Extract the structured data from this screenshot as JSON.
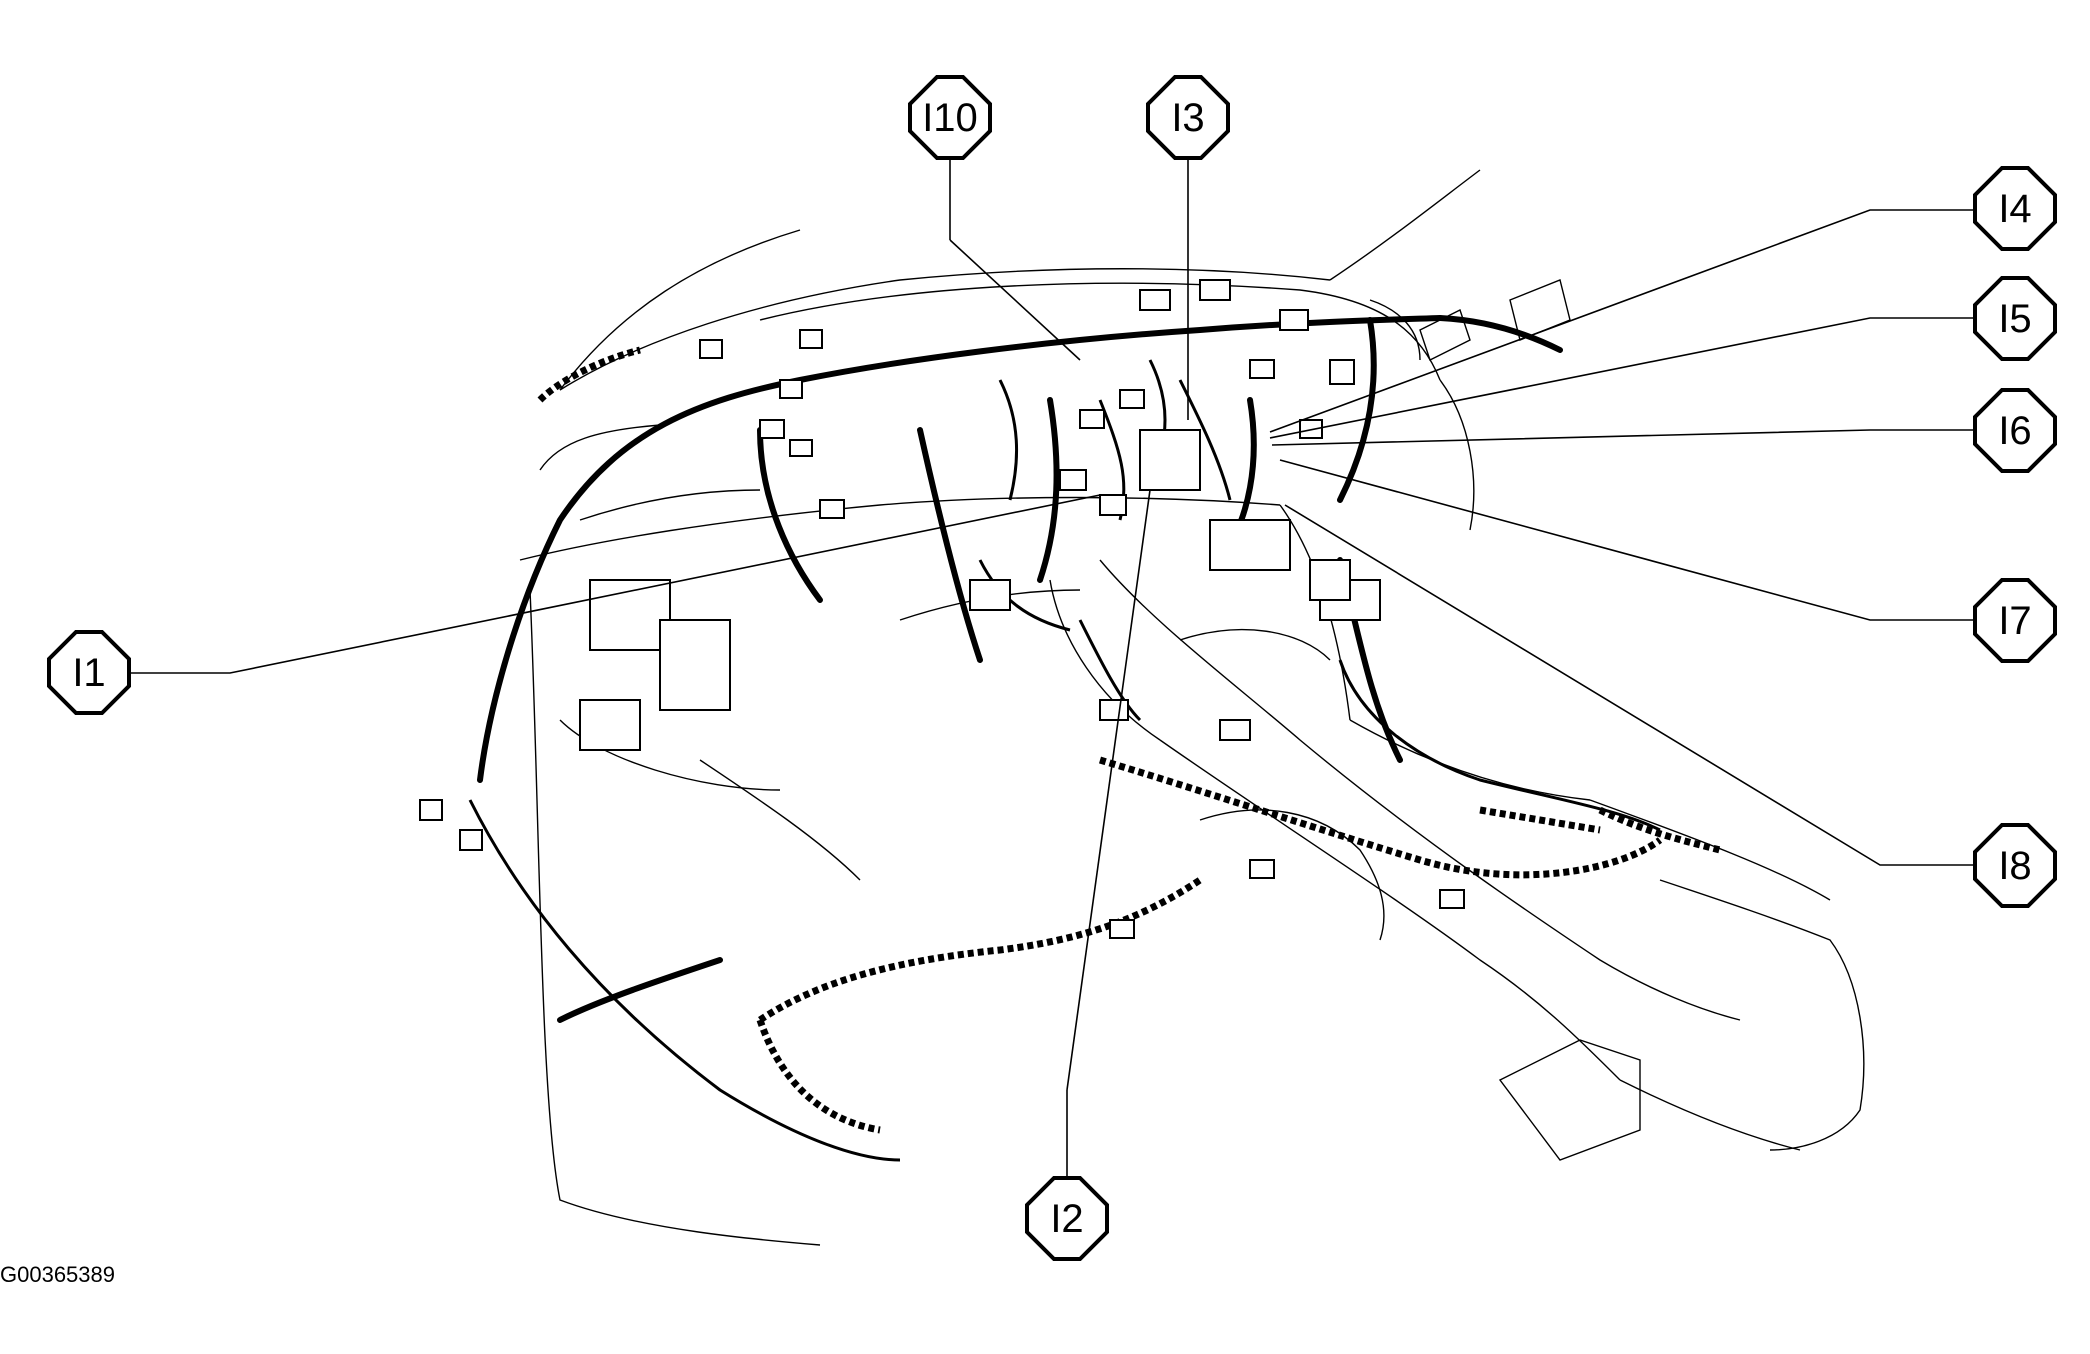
{
  "figure_id": "G00365389",
  "callouts": [
    {
      "id": "I1",
      "label": "I1"
    },
    {
      "id": "I2",
      "label": "I2"
    },
    {
      "id": "I3",
      "label": "I3"
    },
    {
      "id": "I4",
      "label": "I4"
    },
    {
      "id": "I5",
      "label": "I5"
    },
    {
      "id": "I6",
      "label": "I6"
    },
    {
      "id": "I7",
      "label": "I7"
    },
    {
      "id": "I8",
      "label": "I8"
    },
    {
      "id": "I10",
      "label": "I10"
    }
  ],
  "colors": {
    "ink": "#000000",
    "paper": "#ffffff"
  }
}
